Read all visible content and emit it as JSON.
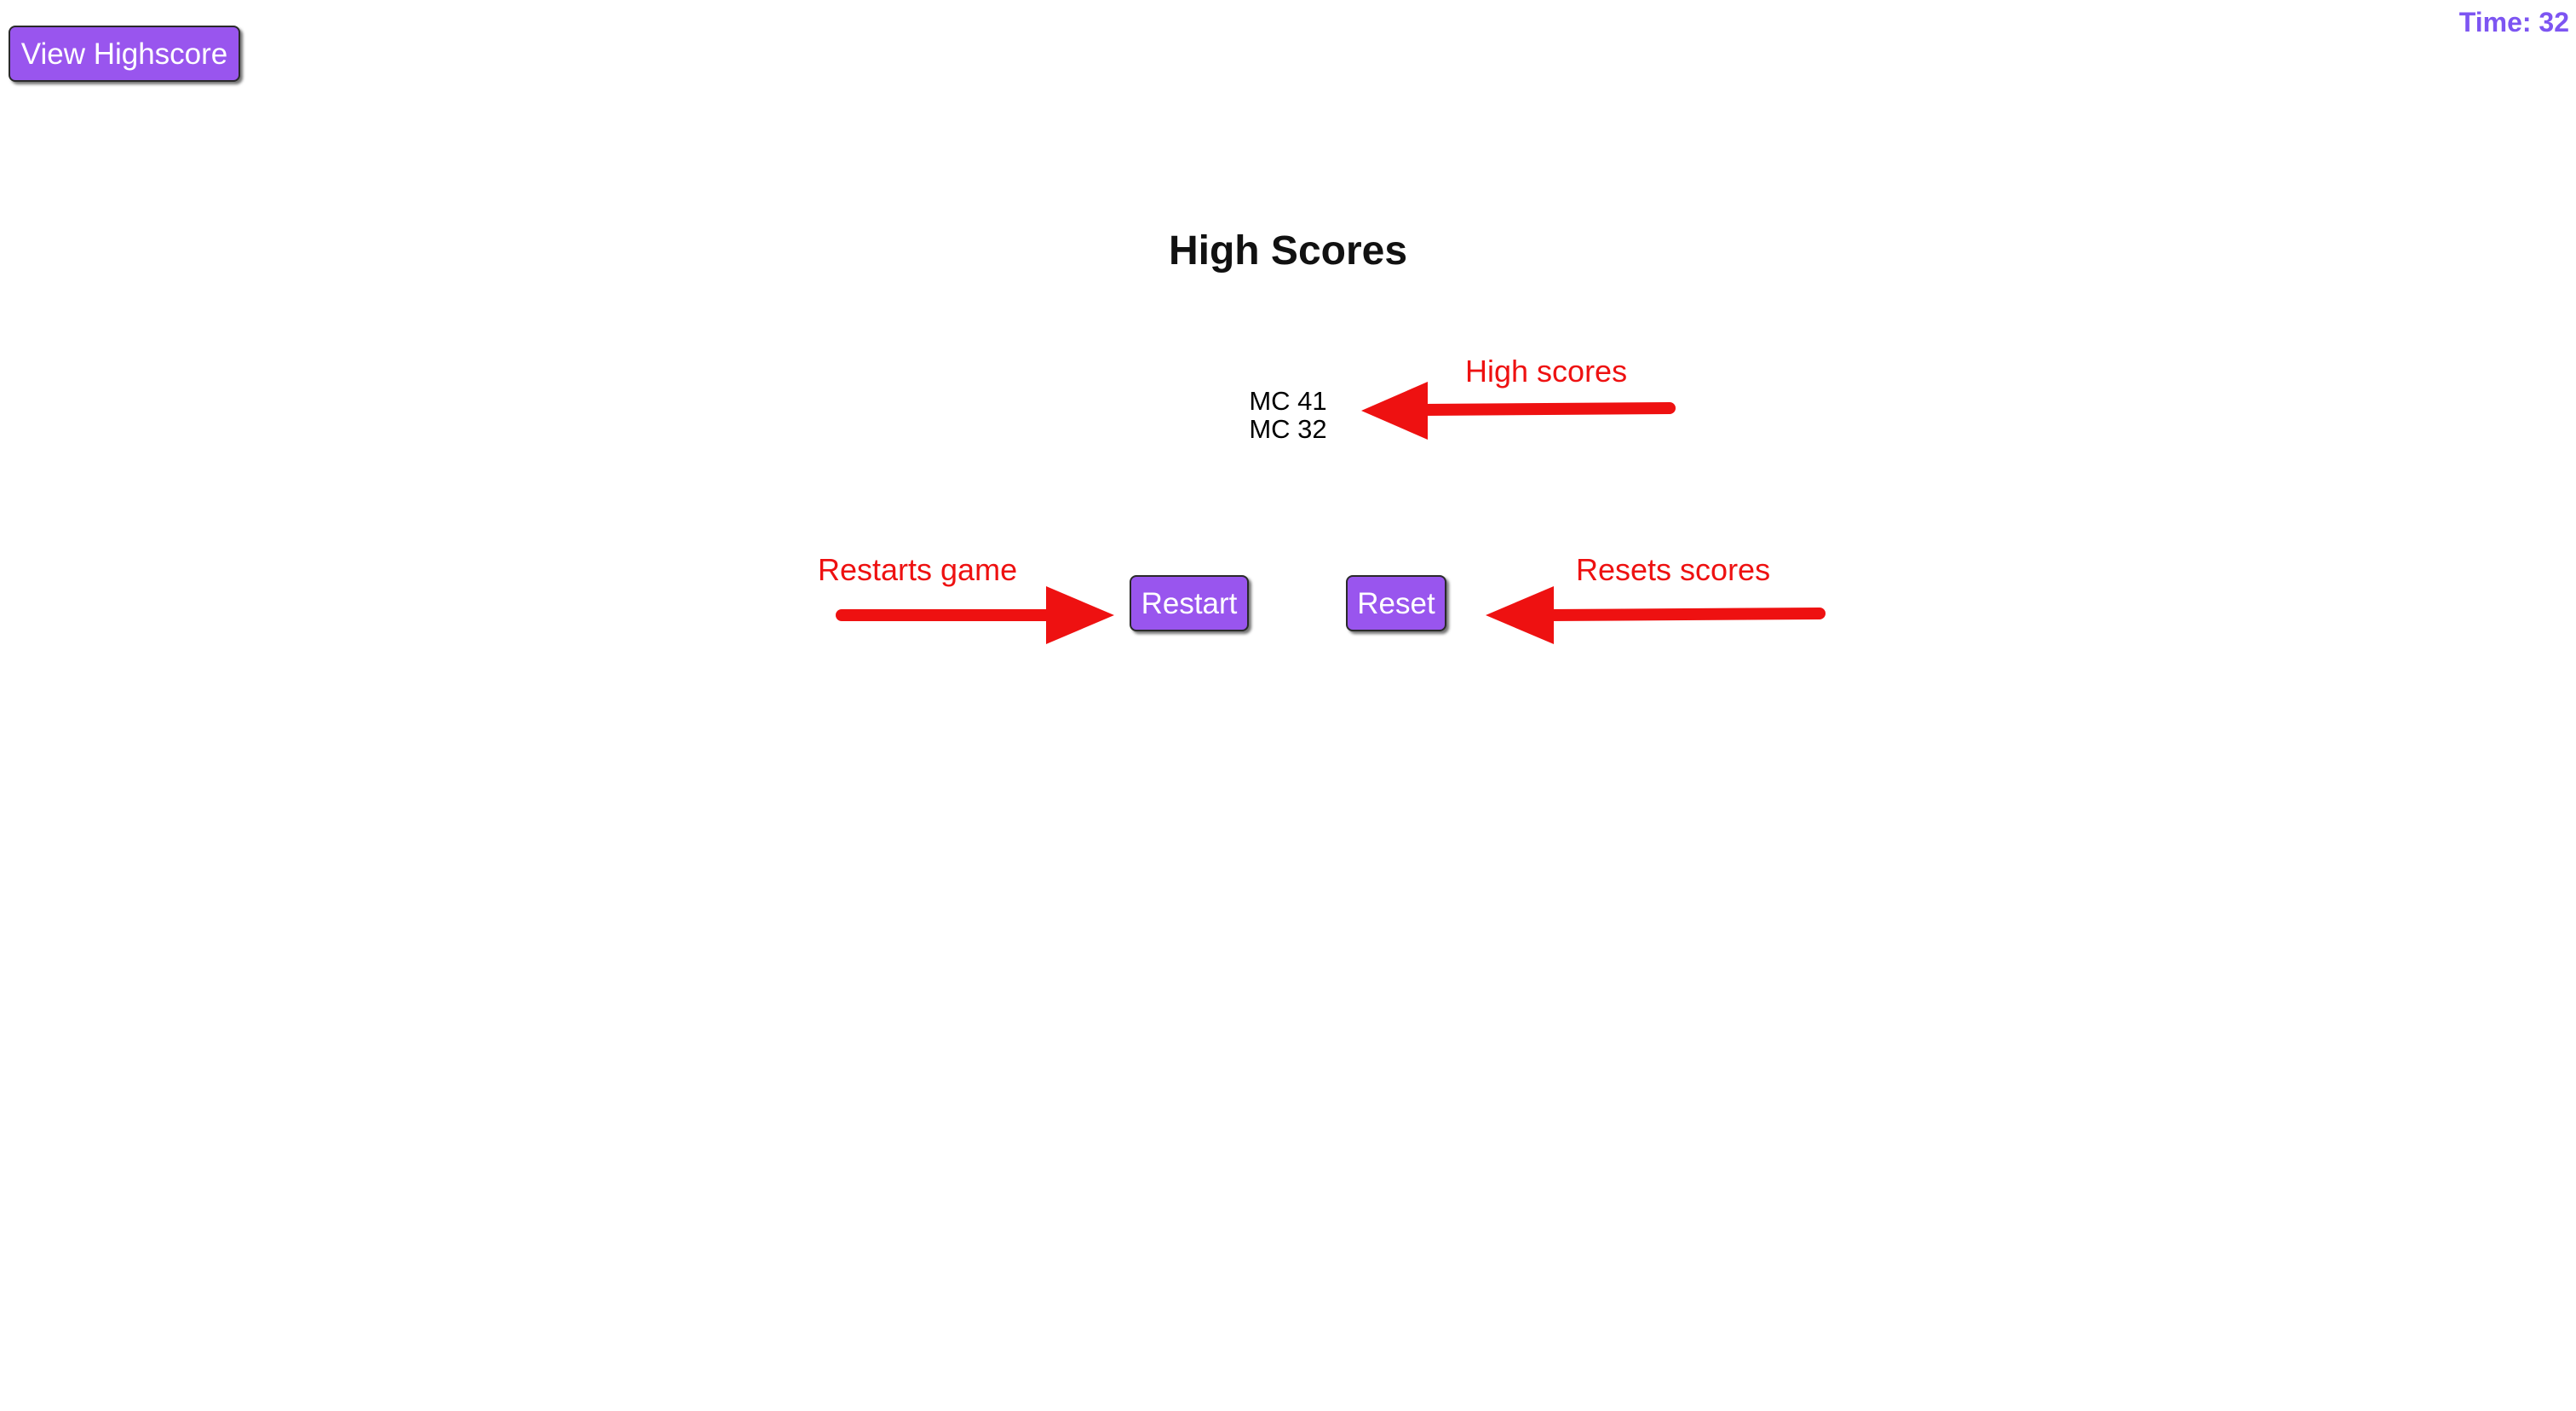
{
  "toolbar": {
    "view_highscore_label": "View Highscore"
  },
  "timer": {
    "label": "Time: 32"
  },
  "highscores": {
    "title": "High Scores",
    "entries": [
      "MC 41",
      "MC 32"
    ]
  },
  "actions": {
    "restart_label": "Restart",
    "reset_label": "Reset"
  },
  "annotations": {
    "high_scores": "High scores",
    "restarts_game": "Restarts game",
    "resets_scores": "Resets scores"
  },
  "colors": {
    "button_bg": "#9955ee",
    "timer_text": "#7d55f2",
    "annotation": "#ee1111"
  }
}
